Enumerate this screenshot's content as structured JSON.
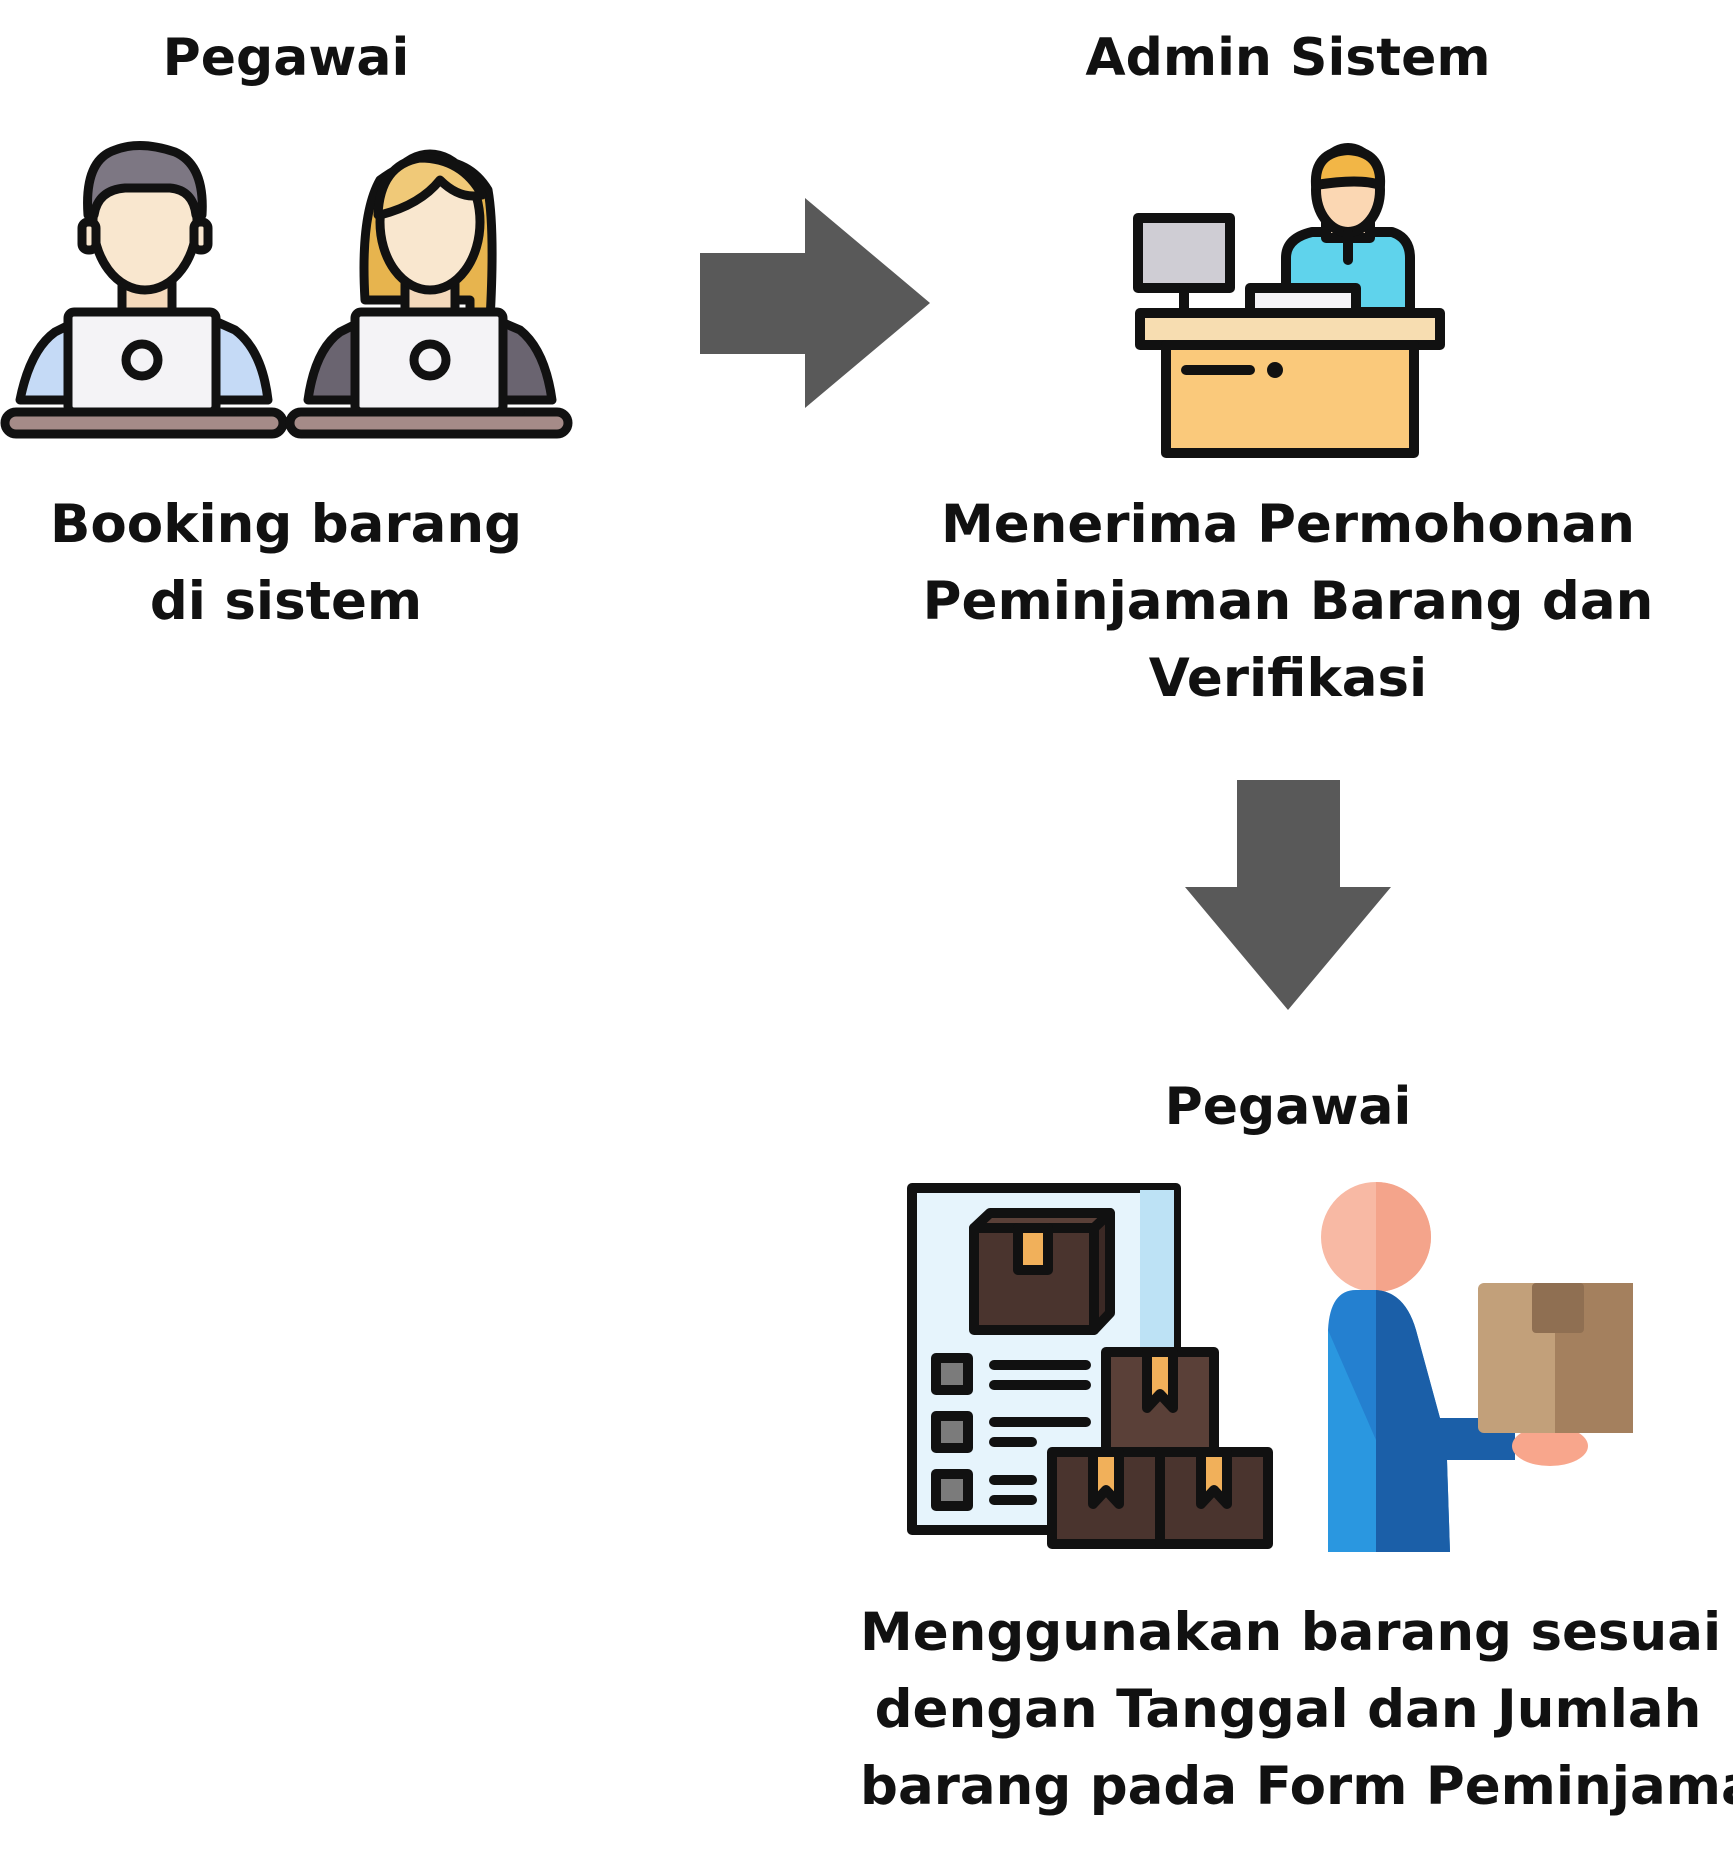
{
  "steps": [
    {
      "role": "Pegawai",
      "description": [
        "Booking barang",
        "di sistem"
      ],
      "icon": "employees-with-laptops-icon"
    },
    {
      "role": "Admin Sistem",
      "description": [
        "Menerima Permohonan",
        "Peminjaman Barang dan",
        "Verifikasi"
      ],
      "icon": "admin-at-desk-icon"
    },
    {
      "role": "Pegawai",
      "description": [
        "Menggunakan barang sesuai",
        "dengan Tanggal dan Jumlah",
        "barang pada Form Peminjaman"
      ],
      "icon": "inventory-and-person-with-box-icon"
    }
  ],
  "arrows": [
    {
      "from": 1,
      "to": 2,
      "direction": "right"
    },
    {
      "from": 2,
      "to": 3,
      "direction": "down"
    }
  ],
  "colors": {
    "arrow": "#595959",
    "text": "#111111",
    "outline": "#111111"
  }
}
